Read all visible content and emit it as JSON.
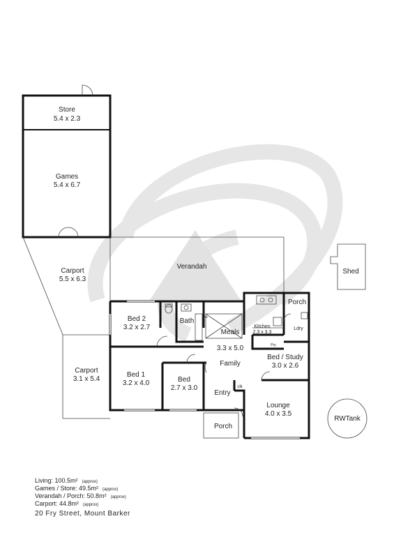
{
  "rooms": {
    "store": {
      "name": "Store",
      "size": "5.4 x 2.3"
    },
    "games": {
      "name": "Games",
      "size": "5.4 x 6.7"
    },
    "carport_main": {
      "name": "Carport",
      "size": "5.5 x 6.3"
    },
    "carport_small": {
      "name": "Carport",
      "size": "3.1 x 5.4"
    },
    "verandah": {
      "name": "Verandah"
    },
    "shed": {
      "name": "Shed"
    },
    "bed2": {
      "name": "Bed 2",
      "size": "3.2 x 2.7"
    },
    "bath": {
      "name": "Bath"
    },
    "meals": {
      "name": "Meals",
      "size": "3.3 x 5.0"
    },
    "kitchen": {
      "name": "Kitchen",
      "size": "2.3 x 3.3"
    },
    "porch_top": {
      "name": "Porch"
    },
    "ldry": {
      "name": "Ldry"
    },
    "pry": {
      "name": "Pry"
    },
    "bed_study": {
      "name": "Bed / Study",
      "size": "3.0 x 2.6"
    },
    "family": {
      "name": "Family"
    },
    "bed1": {
      "name": "Bed 1",
      "size": "3.2 x 4.0"
    },
    "bed": {
      "name": "Bed",
      "size": "2.7 x 3.0"
    },
    "entry": {
      "name": "Entry"
    },
    "clk": {
      "name": "clk"
    },
    "lounge": {
      "name": "Lounge",
      "size": "4.0 x 3.5"
    },
    "porch_bottom": {
      "name": "Porch"
    },
    "rwtank": {
      "name": "RWTank"
    },
    "wc": {
      "name": "wc"
    }
  },
  "areas": [
    {
      "label": "Living: 100.5m²",
      "note": "(approx)"
    },
    {
      "label": "Games / Store: 49.5m²",
      "note": "(approx)"
    },
    {
      "label": "Verandah / Porch: 50.8m²",
      "note": "(approx)"
    },
    {
      "label": "Carport: 44.8m²",
      "note": "(approx)"
    }
  ],
  "address": "20 Fry Street, Mount Barker",
  "colors": {
    "wall": "#111111",
    "watermark": "#e8e8e8"
  }
}
